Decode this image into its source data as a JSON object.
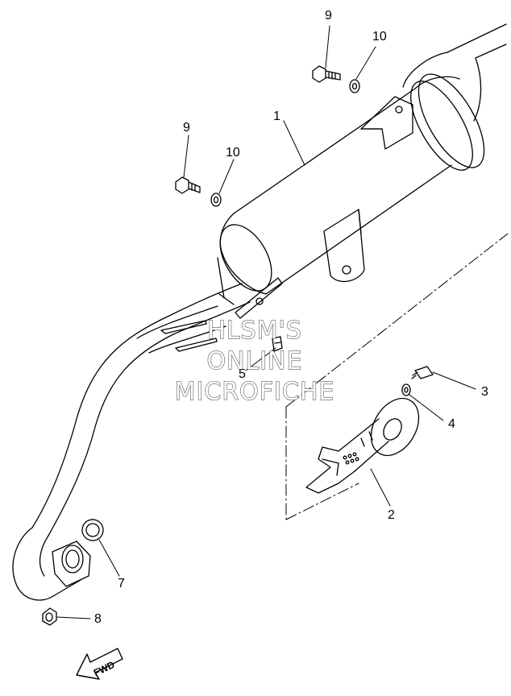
{
  "callouts": {
    "muffler": "1",
    "silencer_insert": "2",
    "insert_bolt": "3",
    "insert_washer": "4",
    "sensor_bolt": "5",
    "gasket": "7",
    "nut": "8",
    "bolt_upper": "9",
    "washer_upper": "10",
    "bolt_lower": "9",
    "washer_lower": "10"
  },
  "watermark": {
    "line1": "HLSM'S",
    "line2": "ONLINE",
    "line3": "MICROFICHE"
  },
  "direction_arrow": {
    "label": "FWD"
  }
}
